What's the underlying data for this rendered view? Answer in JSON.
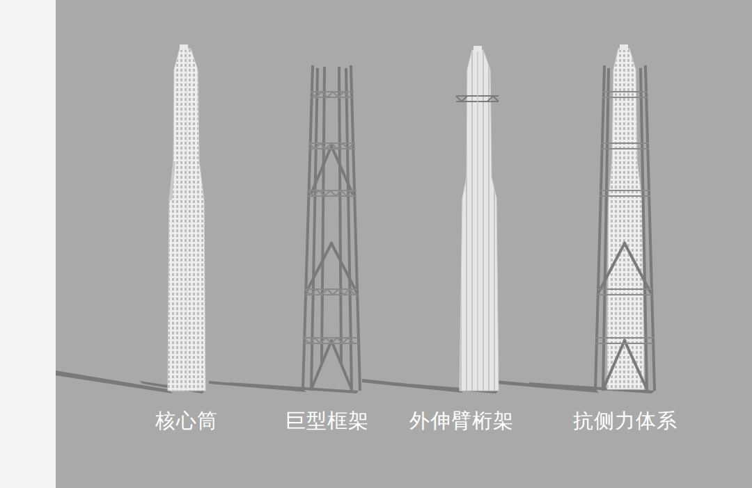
{
  "diagram": {
    "labels": [
      "核心筒",
      "巨型框架",
      "外伸臂桁架",
      "抗侧力体系"
    ]
  }
}
